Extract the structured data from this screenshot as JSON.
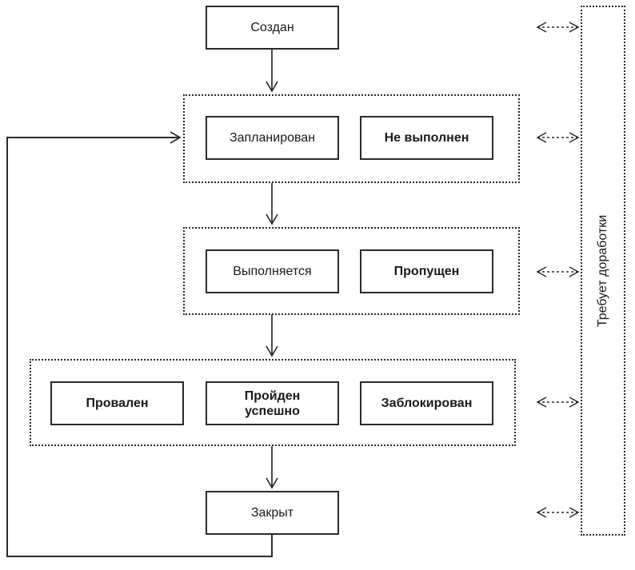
{
  "nodes": {
    "created": {
      "label": "Создан",
      "emphasis": false
    },
    "planned": {
      "label": "Запланирован",
      "emphasis": false
    },
    "not_executed": {
      "label": "Не выполнен",
      "emphasis": true
    },
    "in_progress": {
      "label": "Выполняется",
      "emphasis": false
    },
    "skipped": {
      "label": "Пропущен",
      "emphasis": true
    },
    "failed": {
      "label": "Провален",
      "emphasis": true
    },
    "passed": {
      "label": "Пройден успешно",
      "emphasis": true
    },
    "blocked": {
      "label": "Заблокирован",
      "emphasis": true
    },
    "closed": {
      "label": "Закрыт",
      "emphasis": false
    },
    "needs_rework": {
      "label": "Требует доработки",
      "emphasis": false
    }
  },
  "groups": [
    {
      "id": "group-planned-states",
      "members": [
        "planned",
        "not_executed"
      ]
    },
    {
      "id": "group-execution-states",
      "members": [
        "in_progress",
        "skipped"
      ]
    },
    {
      "id": "group-result-states",
      "members": [
        "failed",
        "passed",
        "blocked"
      ]
    }
  ],
  "edges": [
    {
      "from": "created",
      "to": "group-planned-states",
      "type": "solid-arrow"
    },
    {
      "from": "group-planned-states",
      "to": "group-execution-states",
      "type": "solid-arrow"
    },
    {
      "from": "group-execution-states",
      "to": "group-result-states",
      "type": "solid-arrow"
    },
    {
      "from": "group-result-states",
      "to": "closed",
      "type": "solid-arrow"
    },
    {
      "from": "closed",
      "to": "group-planned-states",
      "type": "solid-arrow-loop"
    },
    {
      "from": "created",
      "to": "needs_rework",
      "type": "dashed-double-arrow"
    },
    {
      "from": "group-planned-states",
      "to": "needs_rework",
      "type": "dashed-double-arrow"
    },
    {
      "from": "group-execution-states",
      "to": "needs_rework",
      "type": "dashed-double-arrow"
    },
    {
      "from": "group-result-states",
      "to": "needs_rework",
      "type": "dashed-double-arrow"
    },
    {
      "from": "closed",
      "to": "needs_rework",
      "type": "dashed-double-arrow"
    }
  ],
  "colors": {
    "line": "#2b2b2b",
    "background": "#ffffff",
    "node_background": "#ffffff"
  }
}
